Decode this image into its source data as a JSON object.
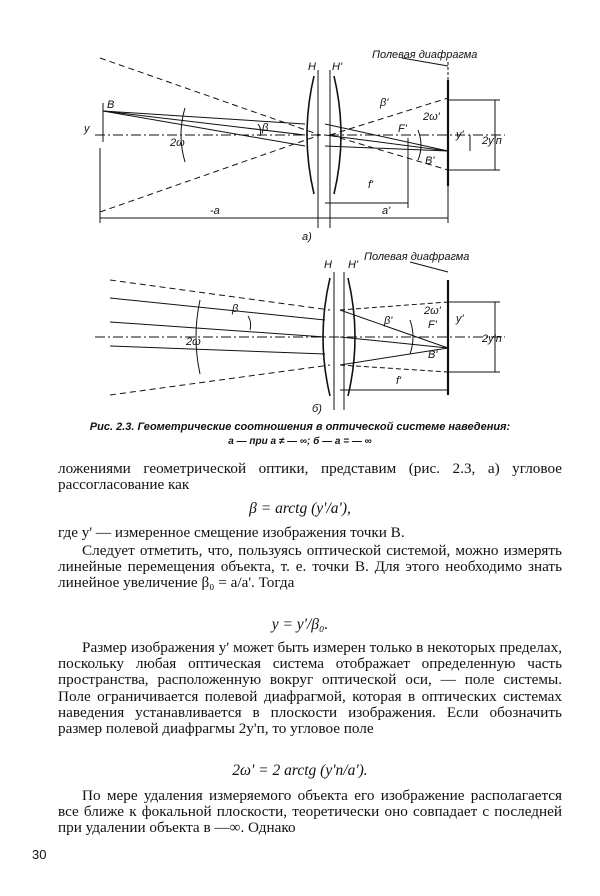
{
  "figure_a": {
    "labels": {
      "B": "B",
      "y": "y",
      "two_omega": "2ω",
      "beta": "β",
      "minus_a": "-a",
      "H": "H",
      "H_prime": "H'",
      "field_stop": "Полевая диафрагма",
      "beta_prime": "β'",
      "two_omega_prime": "2ω'",
      "F_prime": "F'",
      "B_prime": "B'",
      "y_prime": "y'",
      "two_y_p": "2y'п",
      "f_prime": "f'",
      "a_prime": "a'",
      "sub": "а)"
    }
  },
  "figure_b": {
    "labels": {
      "H": "H",
      "H_prime": "H'",
      "field_stop": "Полевая диафрагма",
      "two_omega": "2ω",
      "beta": "β",
      "beta_prime": "β'",
      "two_omega_prime": "2ω'",
      "F_prime": "F'",
      "B_prime": "B'",
      "y_prime": "y'",
      "two_y_p": "2y'п",
      "f_prime": "f'",
      "sub": "б)"
    }
  },
  "caption": {
    "line1": "Рис. 2.3. Геометрические соотношения в оптической системе наведения:",
    "line2": "а — при а ≠ — ∞;   б — а = — ∞"
  },
  "body": {
    "p1": "ложениями геометрической оптики, представим (рис. 2.3, а) угловое рассогласование как",
    "f1": "β = arctg (y'/a'),",
    "p2": "где y' — измеренное смещение изображения точки B.",
    "p3": "Следует отметить, что, пользуясь оптической системой, можно измерять линейные перемещения объекта, т. е. точки B. Для этого необходимо знать линейное увеличение β₀ = a/a'. Тогда",
    "f2": "y = y'/β₀.",
    "p4": "Размер изображения y' может быть измерен только в некоторых пределах, поскольку любая оптическая система отображает определенную часть пространства, расположенную вокруг оптической оси, — поле системы. Поле ограничивается полевой диафрагмой, которая в оптических системах наведения устанавливается в плоскости изображения. Если обозначить размер полевой диафрагмы 2y'п, то угловое поле",
    "f3": "2ω' = 2 arctg (y'п/a').",
    "p5": "По мере удаления измеряемого объекта его изображение располагается все ближе к фокальной плоскости, теоретически оно совпадает с последней при удалении объекта в —∞. Однако"
  },
  "page_number": "30"
}
